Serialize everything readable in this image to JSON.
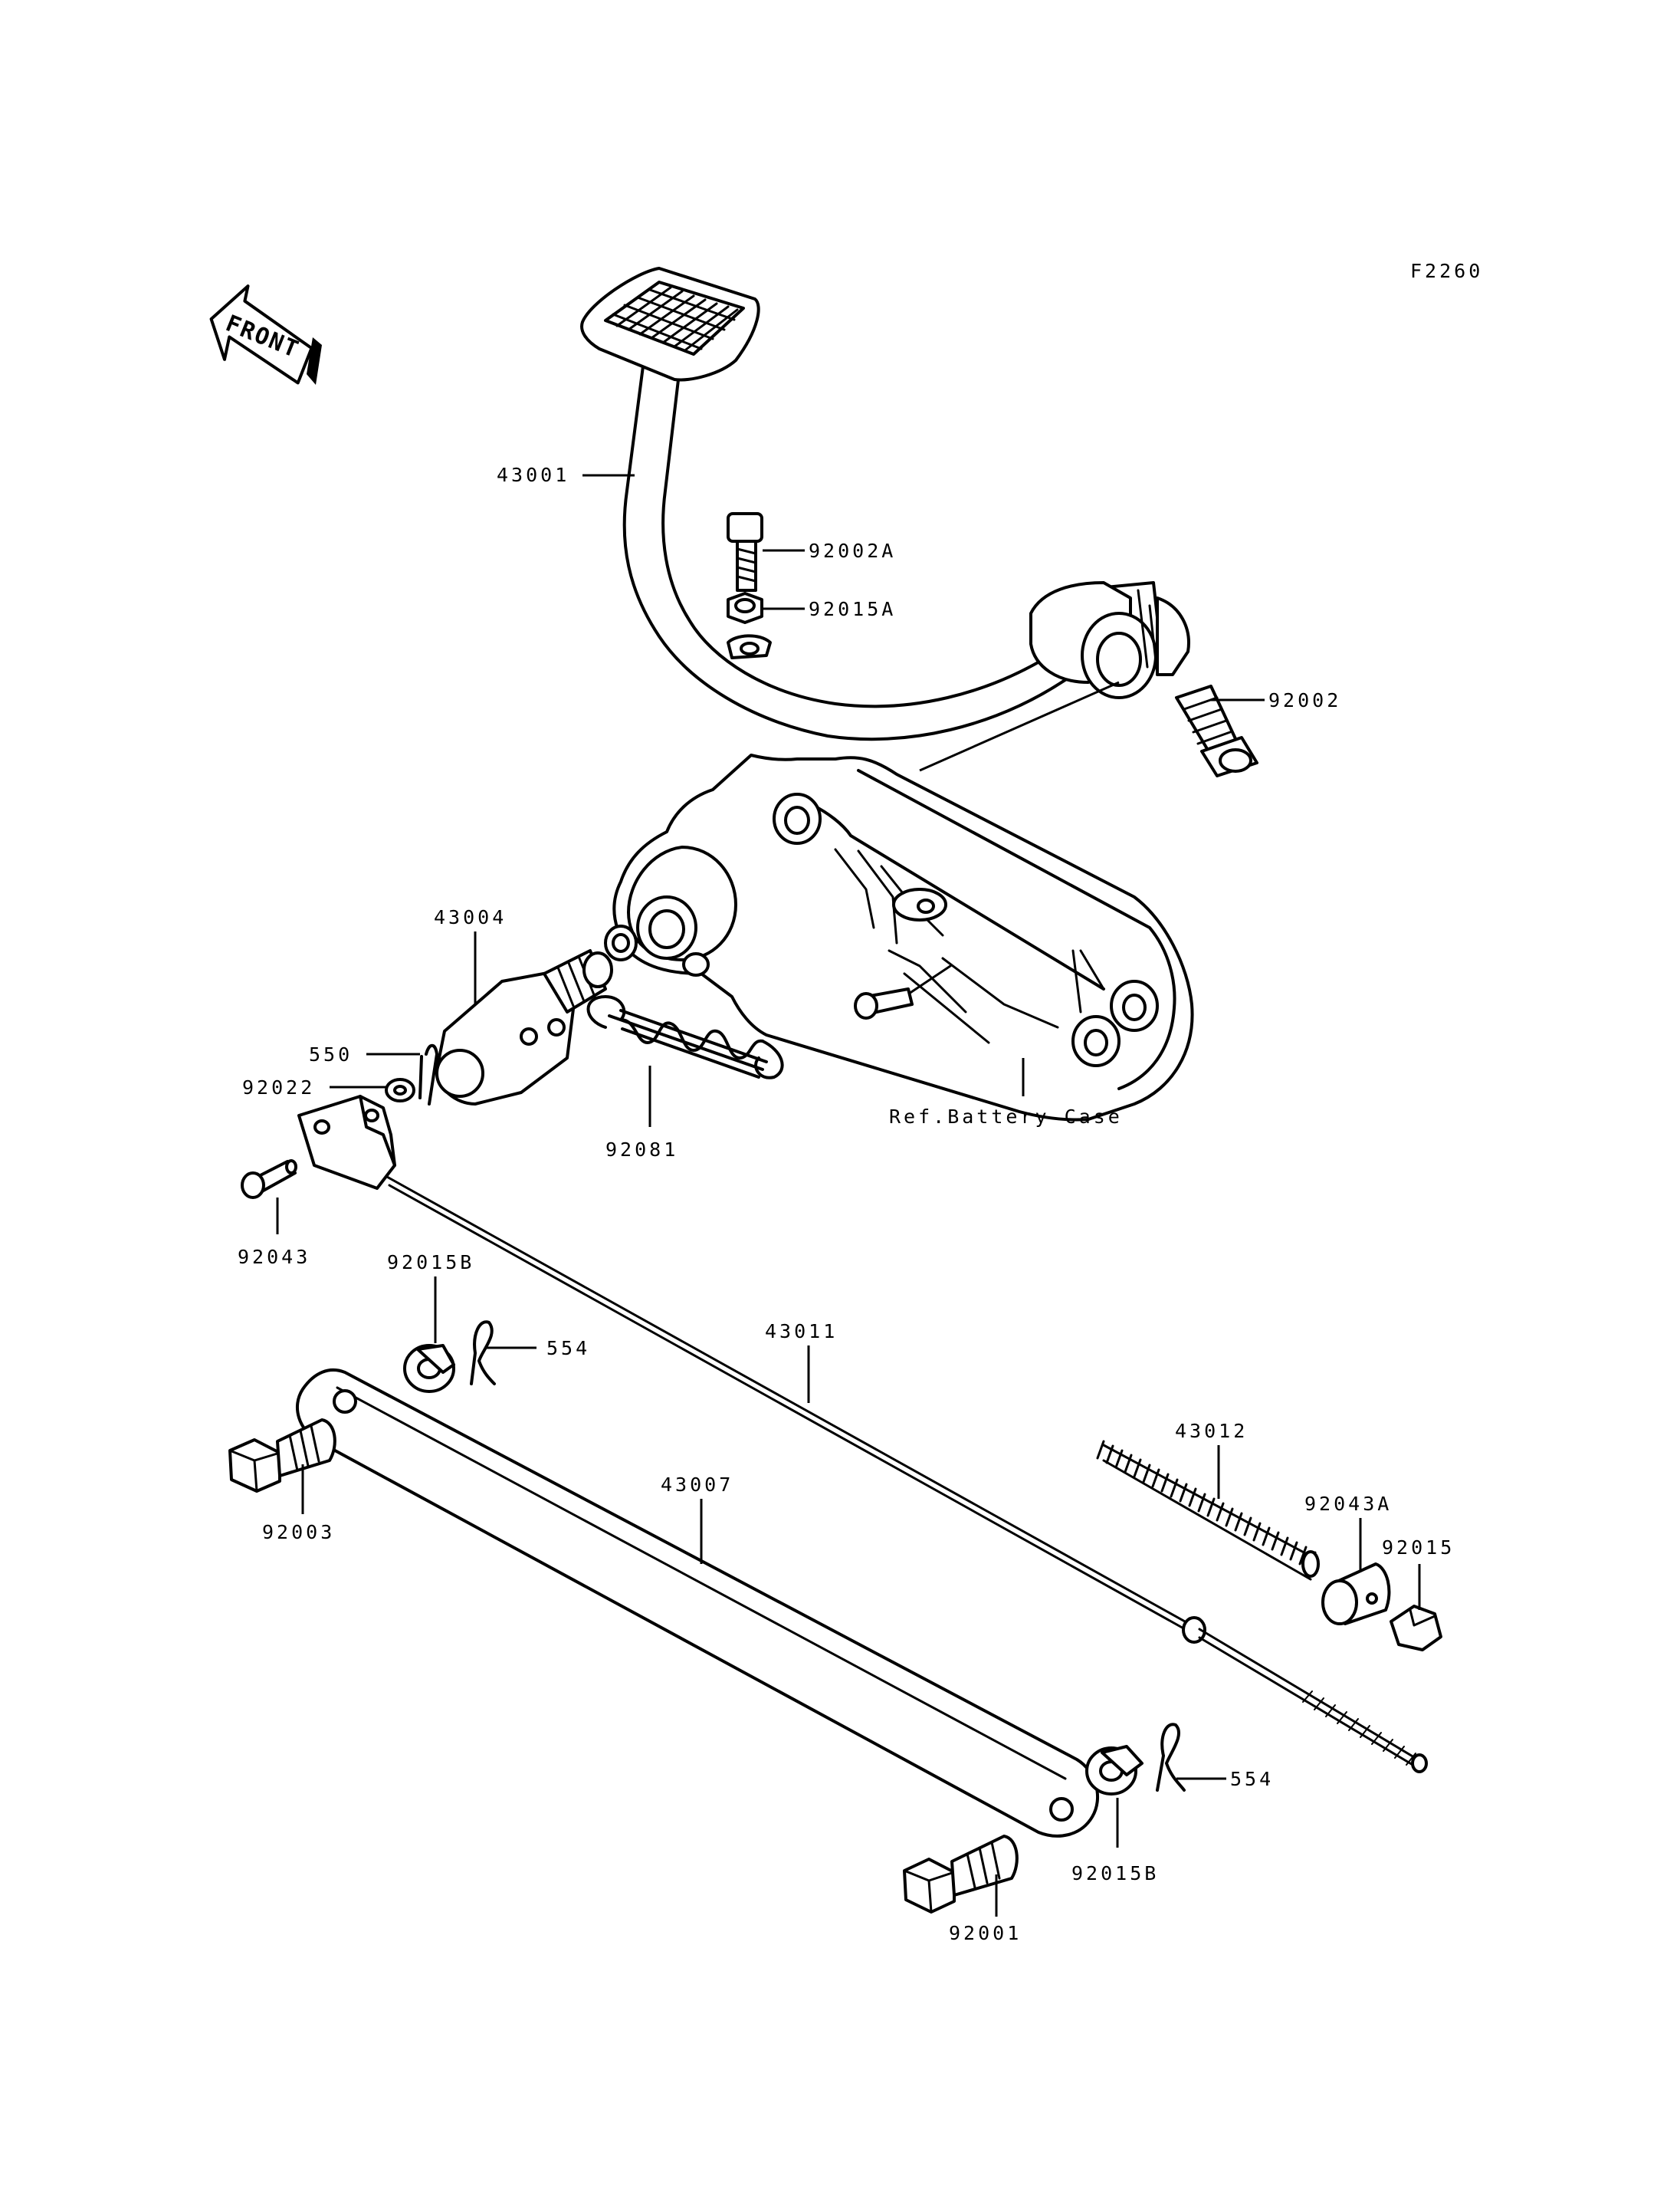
{
  "figure_code": "F2260",
  "front_badge": "FRONT",
  "callouts": [
    {
      "id": "43001",
      "text": "43001"
    },
    {
      "id": "92002A",
      "text": "92002A"
    },
    {
      "id": "92015A",
      "text": "92015A"
    },
    {
      "id": "92002",
      "text": "92002"
    },
    {
      "id": "43004",
      "text": "43004"
    },
    {
      "id": "550",
      "text": "550"
    },
    {
      "id": "92022",
      "text": "92022"
    },
    {
      "id": "92081",
      "text": "92081"
    },
    {
      "id": "ref_battery_case",
      "text": "Ref.Battery Case"
    },
    {
      "id": "92043",
      "text": "92043"
    },
    {
      "id": "92015B_top",
      "text": "92015B"
    },
    {
      "id": "554_top",
      "text": "554"
    },
    {
      "id": "43011",
      "text": "43011"
    },
    {
      "id": "43012",
      "text": "43012"
    },
    {
      "id": "92043A",
      "text": "92043A"
    },
    {
      "id": "92015",
      "text": "92015"
    },
    {
      "id": "43007",
      "text": "43007"
    },
    {
      "id": "92003",
      "text": "92003"
    },
    {
      "id": "554_bottom",
      "text": "554"
    },
    {
      "id": "92015B_bottom",
      "text": "92015B"
    },
    {
      "id": "92001",
      "text": "92001"
    }
  ]
}
